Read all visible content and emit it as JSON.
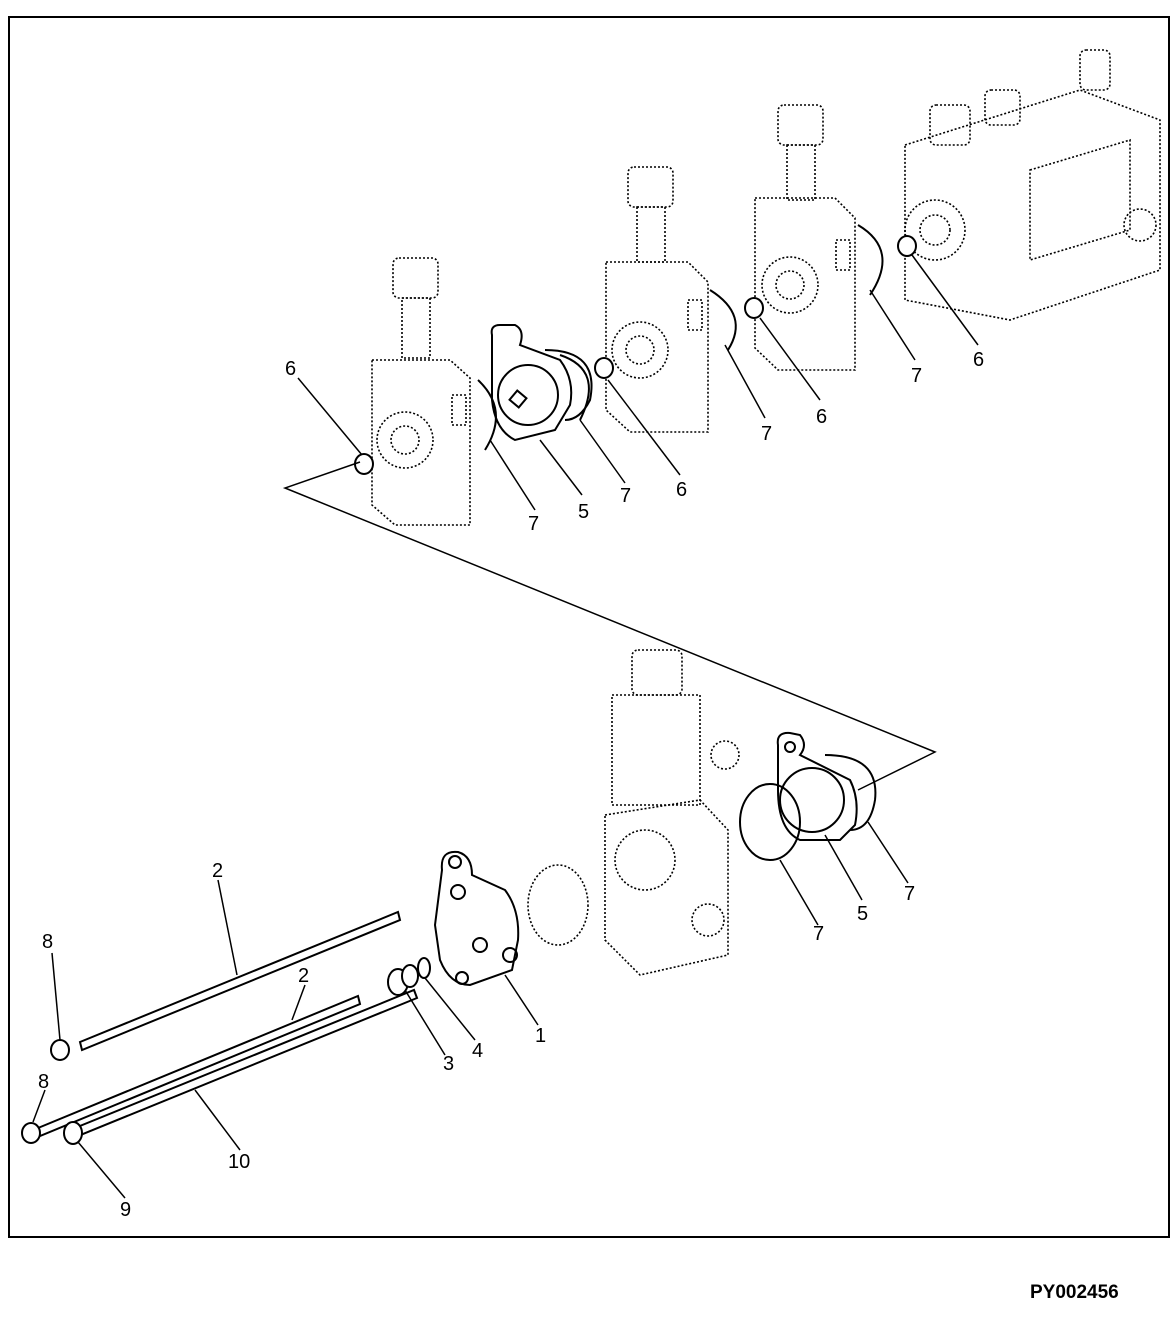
{
  "diagram": {
    "callouts": {
      "c1": "1",
      "c2a": "2",
      "c2b": "2",
      "c3": "3",
      "c4": "4",
      "c5a": "5",
      "c5b": "5",
      "c6a": "6",
      "c6b": "6",
      "c6c": "6",
      "c6d": "6",
      "c7a": "7",
      "c7b": "7",
      "c7c": "7",
      "c7d": "7",
      "c7e": "7",
      "c7f": "7",
      "c8a": "8",
      "c8b": "8",
      "c9": "9",
      "c10": "10"
    },
    "reference_code": "PY002456"
  }
}
